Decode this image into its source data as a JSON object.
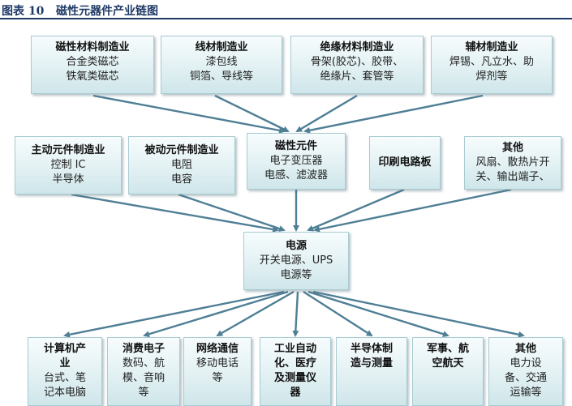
{
  "figure": {
    "label": "图表 10",
    "title": "磁性元器件产业链图"
  },
  "tier1": [
    {
      "id": "magnetic-material",
      "title": "磁性材料制造业",
      "lines": "合金类磁芯\n铁氧类磁芯"
    },
    {
      "id": "wire-material",
      "title": "线材制造业",
      "lines": "漆包线\n铜箔、导线等"
    },
    {
      "id": "insulation-material",
      "title": "绝缘材料制造业",
      "lines": "骨架(胶芯)、胶带、\n绝缘片、套管等"
    },
    {
      "id": "auxiliary-material",
      "title": "辅材制造业",
      "lines": "焊锡、凡立水、助\n焊剂等"
    }
  ],
  "tier2": [
    {
      "id": "active-components",
      "title": "主动元件制造业",
      "lines": "控制 IC\n半导体"
    },
    {
      "id": "passive-components",
      "title": "被动元件制造业",
      "lines": "电阻\n电容"
    },
    {
      "id": "magnetic-components",
      "title": "磁性元件",
      "lines": "电子变压器\n电感、滤波器"
    },
    {
      "id": "pcb",
      "title": "印刷电路板",
      "lines": ""
    },
    {
      "id": "others",
      "title": "其他",
      "lines": "风扇、散热片开\n关、输出端子、"
    }
  ],
  "power": {
    "title": "电源",
    "lines": "开关电源、UPS\n电源等"
  },
  "tier4": [
    {
      "id": "computer",
      "title": "计算机产\n业",
      "lines": "台式、笔\n记本电脑"
    },
    {
      "id": "consumer",
      "title": "消费电子",
      "lines": "数码、航\n模、音响\n等"
    },
    {
      "id": "network",
      "title": "网络通信",
      "lines": "移动电话\n等"
    },
    {
      "id": "industrial",
      "title": "工业自动\n化、医疗\n及测量仪\n器",
      "lines": ""
    },
    {
      "id": "semiconductor",
      "title": "半导体制\n造与测量",
      "lines": ""
    },
    {
      "id": "military",
      "title": "军事、航\n空航天",
      "lines": ""
    },
    {
      "id": "other-apps",
      "title": "其他",
      "lines": "电力设\n备、交通\n运输等"
    }
  ],
  "colors": {
    "arrow": "#4f7f95",
    "box_border": "#a9cbd1",
    "title": "#1f3a66"
  }
}
